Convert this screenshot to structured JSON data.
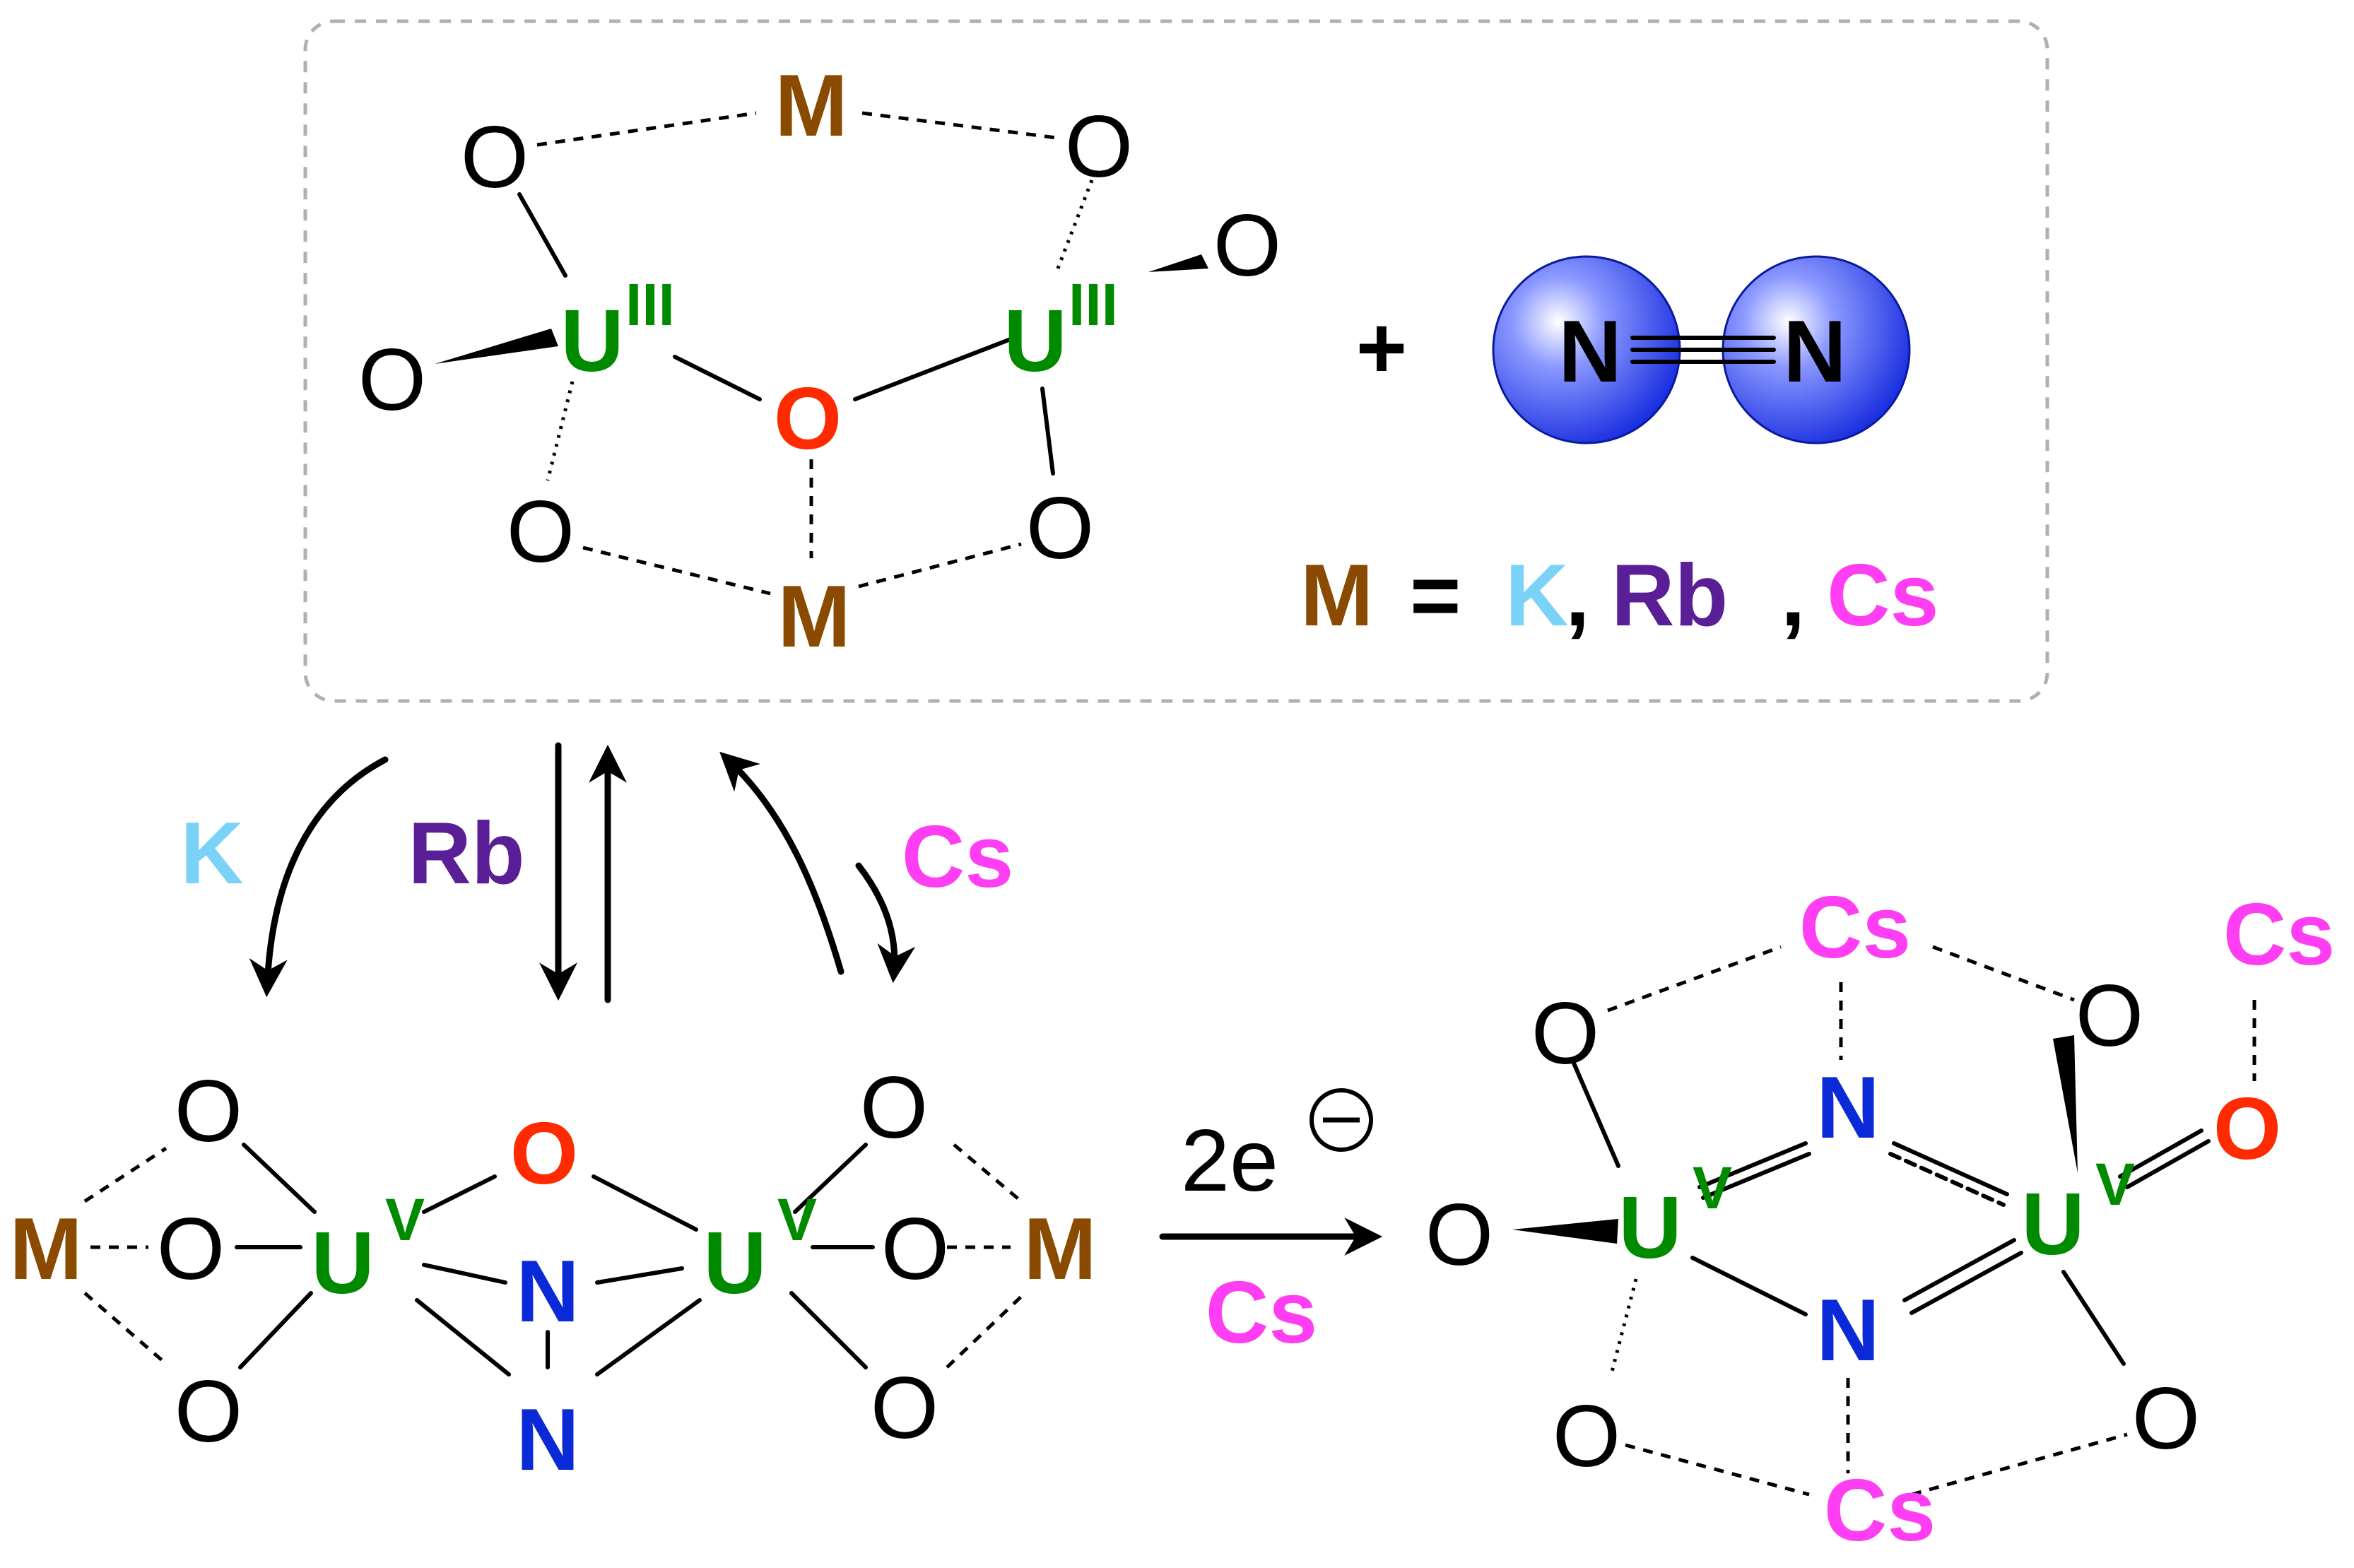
{
  "top": {
    "M_top": "M",
    "M_bottom": "M",
    "O": "O",
    "U": "U",
    "ox3": "III",
    "bridge_O": "O",
    "plus": "+",
    "N": "N",
    "legend": {
      "M": "M",
      "eq": "=",
      "K": "K",
      "c1": ",",
      "Rb": "Rb",
      "c2": ",",
      "Cs": "Cs"
    }
  },
  "arrows": {
    "K": "K",
    "Rb": "Rb",
    "Cs": "Cs"
  },
  "left_product": {
    "M": "M",
    "O": "O",
    "U": "U",
    "ox5": "V",
    "bridge_O": "O",
    "N": "N"
  },
  "reaction": {
    "electrons": "2e",
    "minus": "−",
    "reagent": "Cs"
  },
  "right_product": {
    "Cs": "Cs",
    "O": "O",
    "U": "U",
    "ox5": "V",
    "oxo": "O",
    "N": "N"
  },
  "colors": {
    "uranium": "#008a00",
    "nitrogen": "#0a2ad8",
    "oxo": "#ff2a00",
    "M": "#8a4b00",
    "K": "#7ad3f7",
    "Rb": "#5a1e96",
    "Cs": "#ff3df2",
    "n2_sphere": "#2a3ef0"
  }
}
